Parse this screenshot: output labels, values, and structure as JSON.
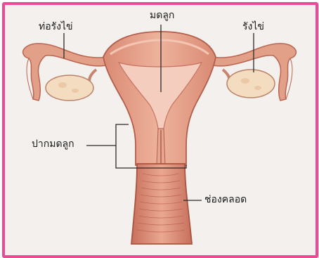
{
  "labels": {
    "fallopian_tube": "ท่อรังไข่",
    "uterus": "มดลูก",
    "ovary": "รังไข่",
    "cervix": "ปากมดลูก",
    "vagina": "ช่องคลอด"
  },
  "colors": {
    "frame": "#ec4a94",
    "tissue": "#e8a58f",
    "tissue_dark": "#c7725e",
    "cavity": "#f4cdbf",
    "ovary": "#f3dcc0"
  }
}
